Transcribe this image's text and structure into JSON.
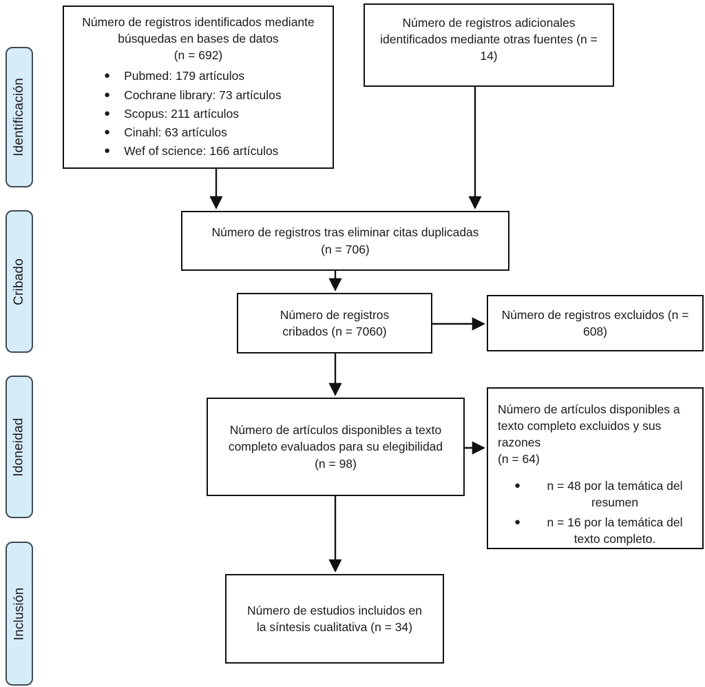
{
  "diagram": {
    "language": "es",
    "kind": "prisma-flow-diagram"
  },
  "sidebar": {
    "fill_color": "#d6ecf9",
    "border_color": "#3f4a52",
    "stages": [
      {
        "label": "Identificación"
      },
      {
        "label": "Cribado"
      },
      {
        "label": "Idoneidad"
      },
      {
        "label": "Inclusión"
      }
    ]
  },
  "flow": {
    "identified": {
      "title": "Número de registros identificados mediante búsquedas en bases de datos",
      "count": "(n = 692)",
      "bullet_marker": "●",
      "bullets": [
        "Pubmed: 179 artículos",
        "Cochrane library: 73 artículos",
        "Scopus: 211 artículos",
        "Cinahl: 63 artículos",
        "Wef of science: 166 artículos"
      ]
    },
    "additional": {
      "text": "Número de registros adicionales identificados mediante otras fuentes (n = 14)"
    },
    "deduplicated": {
      "text": "Número de registros tras eliminar citas duplicadas (n = 706)"
    },
    "screened": {
      "text": "Número de registros cribados (n = 7060)"
    },
    "excluded": {
      "text": "Número de registros excluidos (n = 608)"
    },
    "fulltext": {
      "text": "Número de artículos disponibles a texto completo evaluados para su elegibilidad (n = 98)"
    },
    "fulltext_excluded": {
      "title": "Número de artículos disponibles a texto completo excluidos y sus razones",
      "count": "(n = 64)",
      "bullet_marker": "●",
      "bullets": [
        "n = 48 por la temática del resumen",
        "n = 16 por la temática del texto completo."
      ]
    },
    "included": {
      "text": "Número de estudios incluidos en la síntesis cualitativa (n = 34)"
    }
  },
  "connector_color": "#111111"
}
